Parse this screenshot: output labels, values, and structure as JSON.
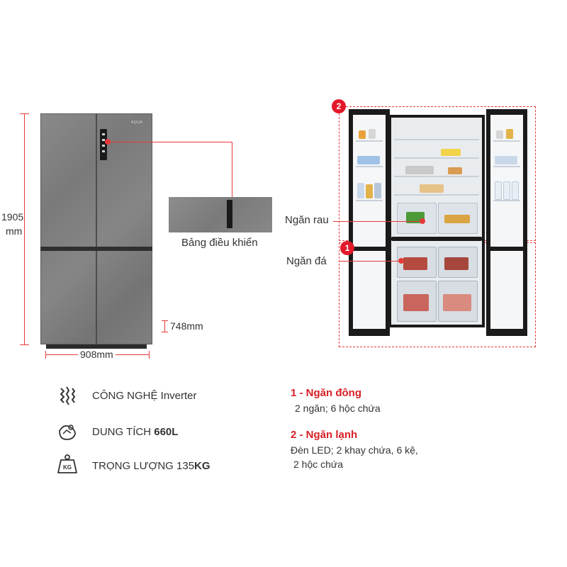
{
  "dimensions": {
    "height_value": "1905",
    "height_unit": "mm",
    "width": "908mm",
    "depth": "748mm"
  },
  "front_brand": "AQUA",
  "control_panel_label": "Bảng điều khiển",
  "compartment_labels": {
    "vegetable": "Ngăn rau",
    "ice": "Ngăn đá"
  },
  "badges": {
    "freezer_number": "1",
    "fridge_number": "2"
  },
  "features": [
    {
      "icon": "inverter-icon",
      "text_normal": "CÔNG NGHỆ Inverter",
      "text_bold": ""
    },
    {
      "icon": "capacity-icon",
      "text_normal": "DUNG TÍCH ",
      "text_bold": "660L"
    },
    {
      "icon": "weight-kg-icon",
      "text_normal": "TRỌNG LƯỢNG 135",
      "text_bold": "KG"
    }
  ],
  "weight_icon_text": "KG",
  "specs": [
    {
      "title": "1 - Ngăn đông",
      "lines": [
        "2 ngăn; 6 hộc chứa"
      ]
    },
    {
      "title": "2 - Ngăn lạnh",
      "lines": [
        "Đèn LED; 2 khay chứa, 6 kệ,",
        "2 hộc chứa"
      ]
    }
  ],
  "colors": {
    "accent_red": "#e3192b",
    "fridge_grey": "#808080",
    "fridge_black": "#1a1a1a"
  }
}
